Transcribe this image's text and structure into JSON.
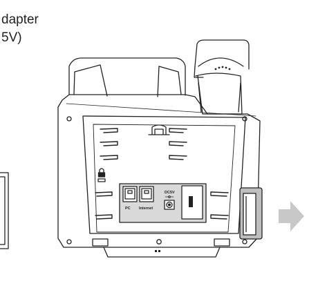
{
  "caption": {
    "line1": "dapter",
    "line2": "5V)"
  },
  "labels": {
    "pc_port": "PC",
    "internet_port": "Internet",
    "dc_input": "DC5V"
  },
  "colors": {
    "outline": "#222222",
    "panel_fill": "#d9d9d9",
    "highlight_fill": "#bfbfbf",
    "arrow_fill": "#c8c8c8",
    "background": "#ffffff"
  }
}
